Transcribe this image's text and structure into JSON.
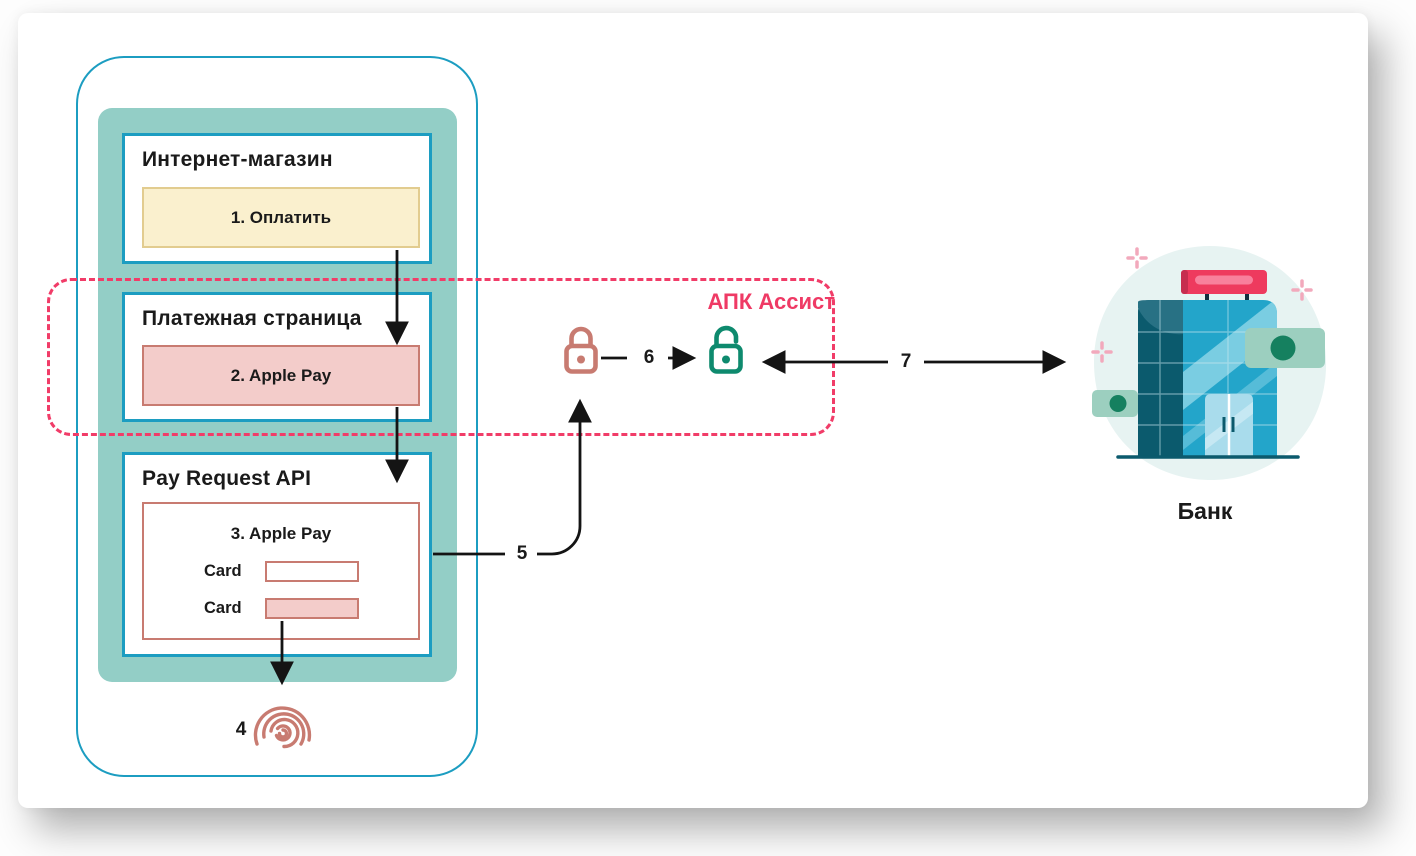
{
  "colors": {
    "cyan_border": "#1C9DC1",
    "teal_panel": "#93CEC6",
    "yellow_fill": "#FAF0CE",
    "yellow_border": "#E2CC8F",
    "pink_fill": "#F3CCCA",
    "salmon": "#C87B71",
    "accent_pink": "#EF3A65",
    "green_lock": "#0E8A6E",
    "bank_dark_teal": "#0B5A6D",
    "bank_cyan": "#23A5CA",
    "bank_sign_red": "#EE3A5E",
    "ink": "#1A1A1A"
  },
  "phone": {
    "shop": {
      "title": "Интернет-магазин",
      "button_label": "1. Оплатить"
    },
    "payment_page": {
      "title": "Платежная страница",
      "button_label": "2. Apple Pay"
    },
    "pay_request": {
      "title": "Pay Request API",
      "sheet_title": "3. Apple Pay",
      "rows": [
        {
          "label": "Card",
          "filled": false
        },
        {
          "label": "Card",
          "filled": true
        }
      ]
    }
  },
  "assist_zone": {
    "label": "АПК Ассист"
  },
  "bank": {
    "label": "Банк"
  },
  "step_labels": {
    "step4": "4",
    "step5": "5",
    "step6": "6",
    "step7": "7"
  },
  "icons": {
    "fingerprint": "fingerprint-icon",
    "lock_closed": "lock-closed-icon",
    "lock_open": "lock-open-icon",
    "bank": "bank-building-illustration",
    "sparkle": "sparkle-icon",
    "arrows": "flow-arrow"
  }
}
